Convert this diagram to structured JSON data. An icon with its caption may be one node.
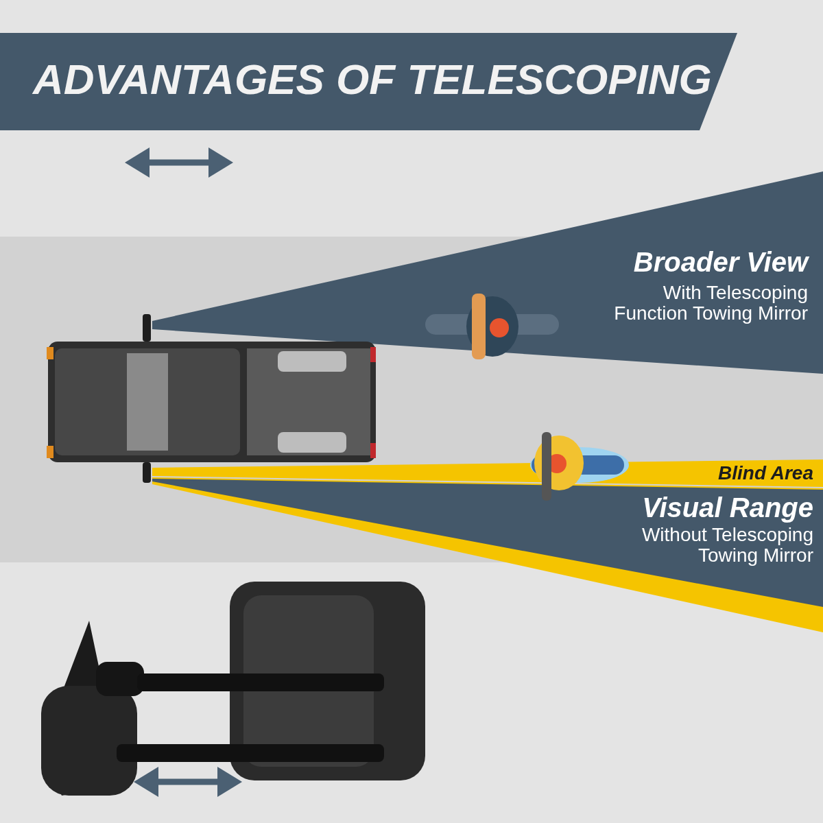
{
  "diagram": {
    "title": "ADVANTAGES OF TELESCOPING",
    "labels": [
      "Broader View",
      "With Telescoping Function Towing Mirror",
      "Blind Area",
      "Visual Range",
      "Without Telescoping Towing Mirror"
    ]
  }
}
